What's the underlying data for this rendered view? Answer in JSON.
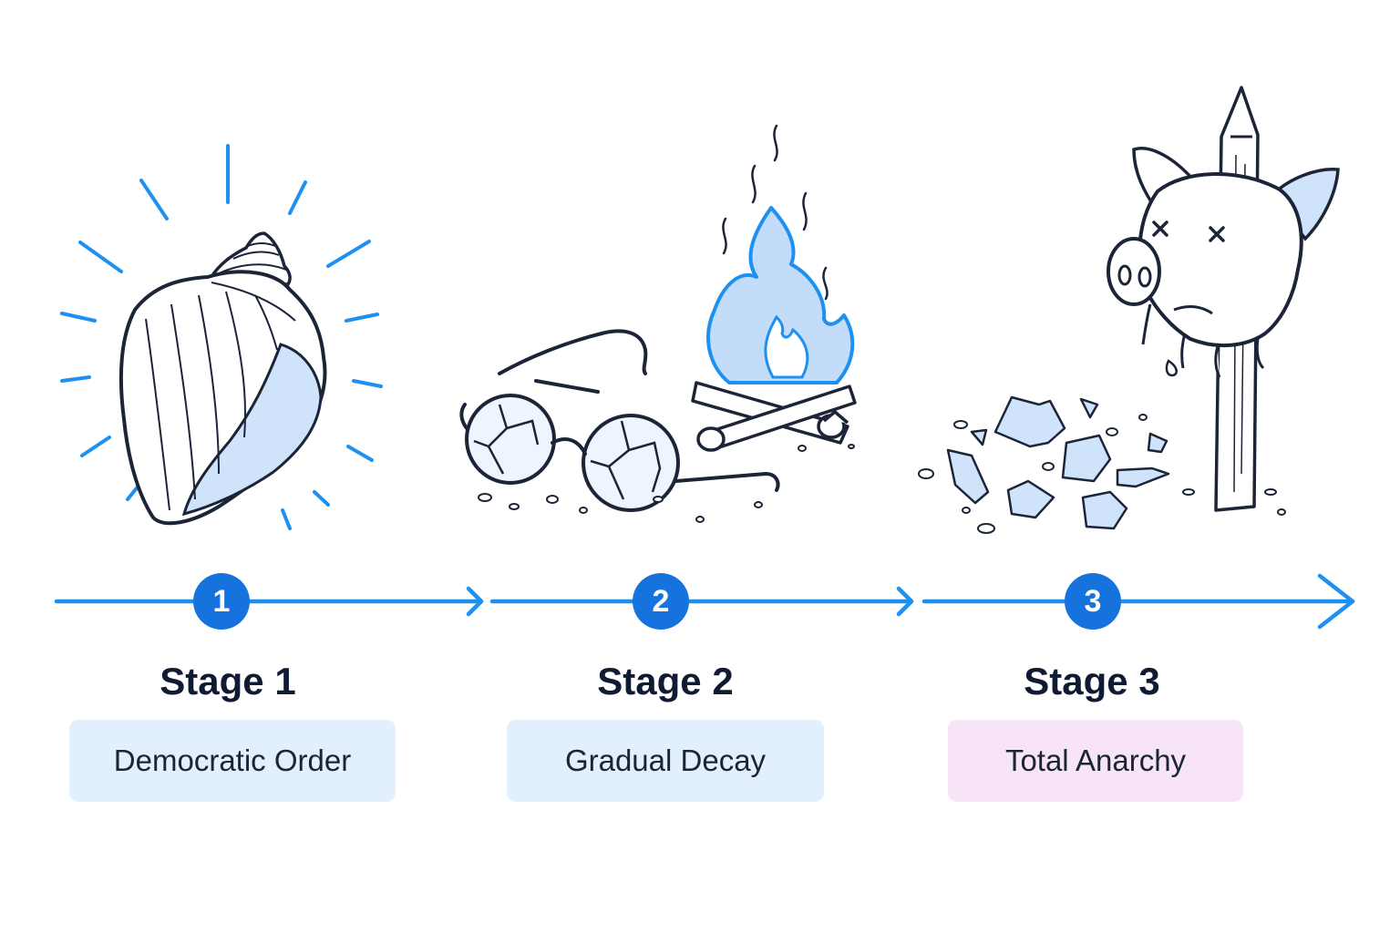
{
  "stages": [
    {
      "number": "1",
      "title": "Stage 1",
      "label": "Democratic Order",
      "illustration": "conch-shell-icon",
      "pill_color": "#e2effc"
    },
    {
      "number": "2",
      "title": "Stage 2",
      "label": "Gradual Decay",
      "illustration": "broken-glasses-and-fire-icon",
      "pill_color": "#e2effc"
    },
    {
      "number": "3",
      "title": "Stage 3",
      "label": "Total Anarchy",
      "illustration": "pig-head-on-stake-icon",
      "pill_color": "#f8e4f7"
    }
  ],
  "colors": {
    "accent": "#1672dc",
    "line": "#1e90f0",
    "ink": "#1c2438",
    "fill_light": "#cfe3fb"
  }
}
